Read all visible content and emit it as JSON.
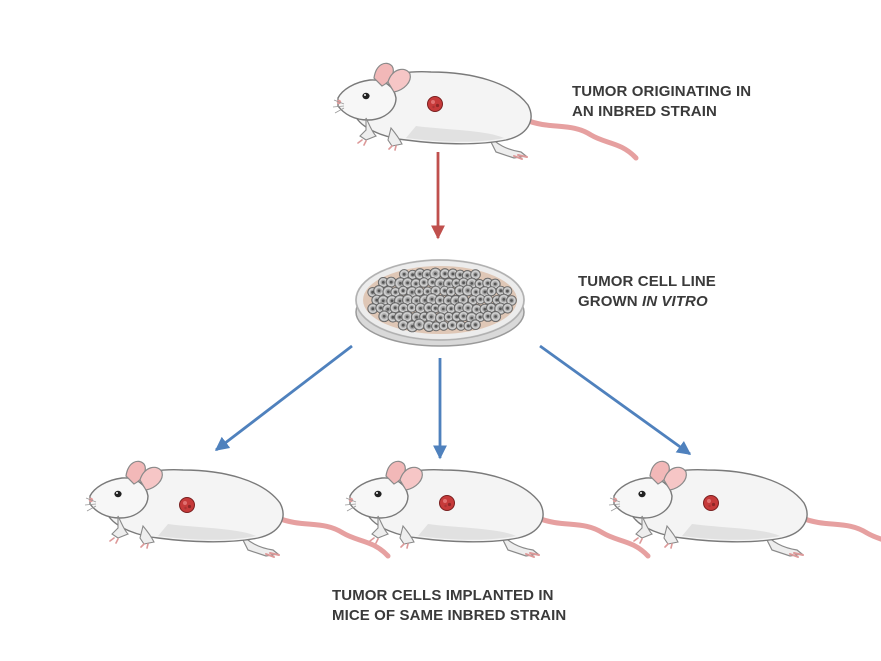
{
  "labels": {
    "origin_line1": "TUMOR ORIGINATING IN",
    "origin_line2": "AN INBRED STRAIN",
    "cellline_line1": "TUMOR CELL LINE",
    "cellline_line2_prefix": "GROWN ",
    "cellline_line2_italic": "IN VITRO",
    "implant_line1": "TUMOR CELLS IMPLANTED IN",
    "implant_line2": "MICE OF SAME INBRED STRAIN"
  },
  "colors": {
    "arrow_red": "#c0504d",
    "arrow_blue": "#4f81bd",
    "tumor": "#c63a3a",
    "mouse_body": "#f4f4f4",
    "mouse_ear": "#f2b8b8",
    "tail": "#eaa3a3",
    "text": "#3a3a3a"
  },
  "icons": [
    "mouse-icon",
    "tumor-icon",
    "petri-dish-icon"
  ]
}
